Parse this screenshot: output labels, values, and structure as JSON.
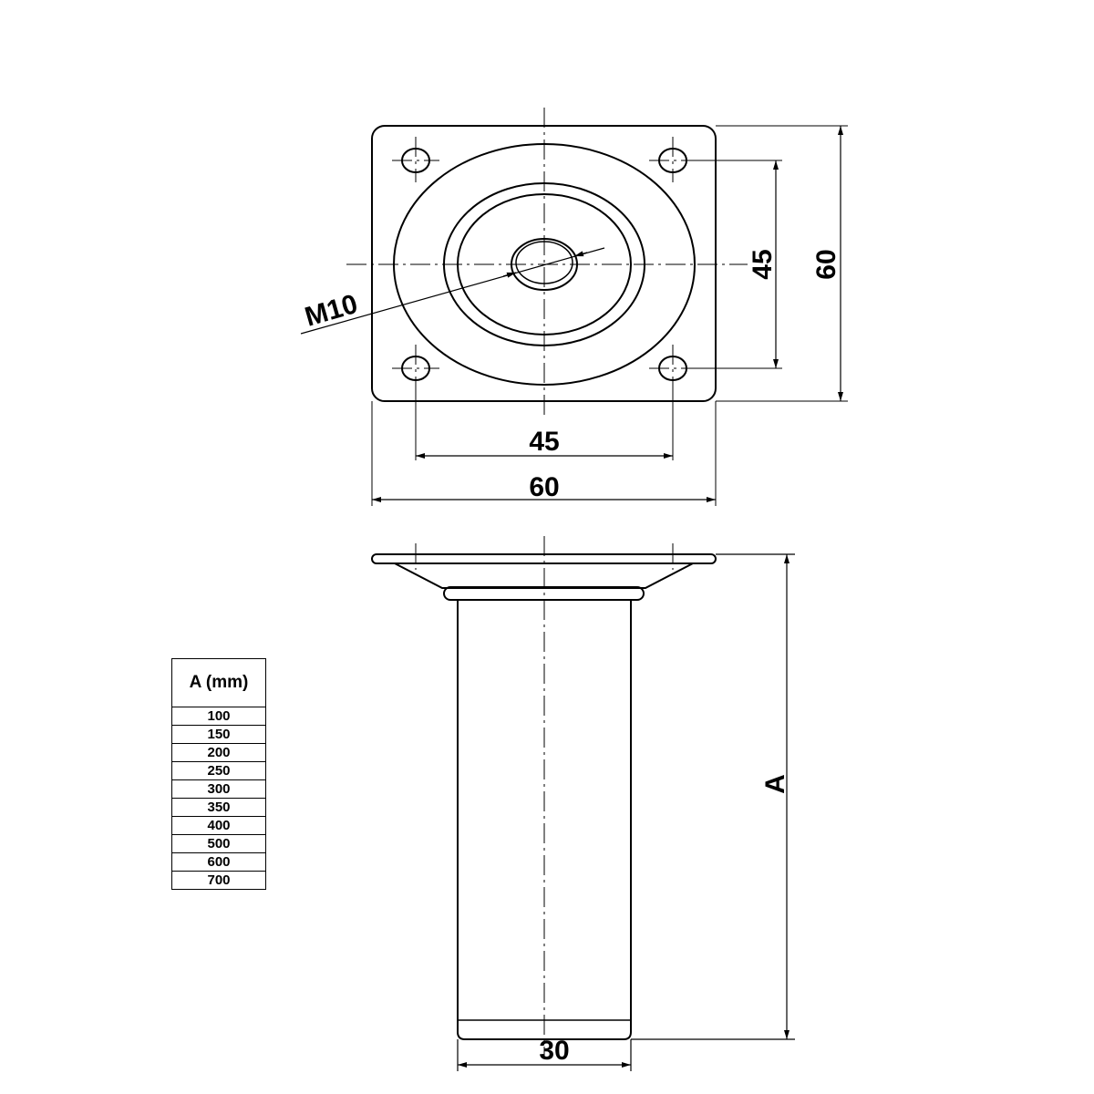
{
  "top_view": {
    "hole_spacing_horizontal": "45",
    "plate_width": "60",
    "hole_spacing_vertical": "45",
    "plate_height": "60",
    "thread": "M10"
  },
  "side_view": {
    "height_label": "A",
    "tube_diameter": "30"
  },
  "size_table": {
    "header": "A (mm)",
    "rows": [
      "100",
      "150",
      "200",
      "250",
      "300",
      "350",
      "400",
      "500",
      "600",
      "700"
    ]
  },
  "colors": {
    "line": "#000000",
    "background": "#ffffff"
  }
}
